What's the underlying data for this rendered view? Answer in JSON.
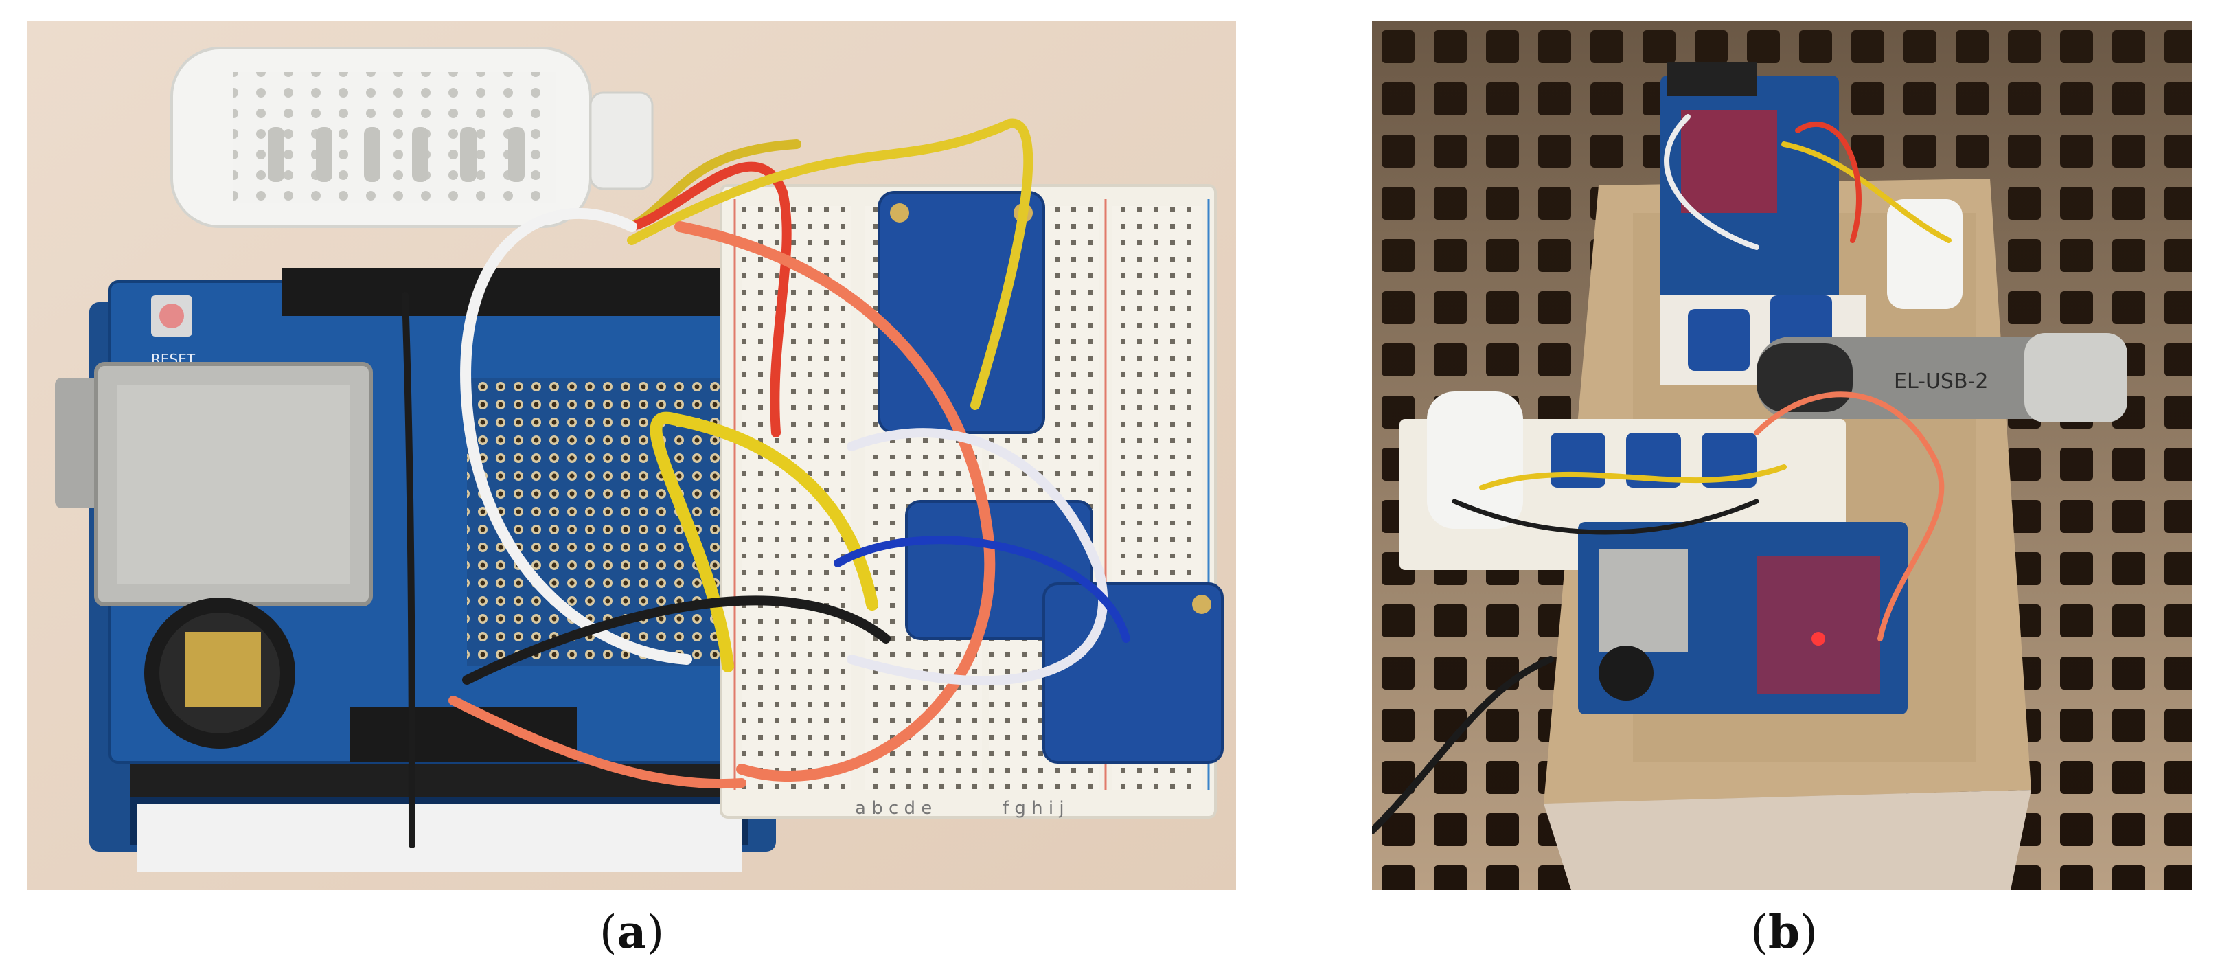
{
  "figure": {
    "panels": [
      {
        "id": "a",
        "caption_open": "(",
        "caption_letter": "a",
        "caption_close": ")",
        "silkscreen_reset": "RESET",
        "breadboard_cols_left": "a b c d e",
        "breadboard_cols_right": "f g h i j"
      },
      {
        "id": "b",
        "caption_open": "(",
        "caption_letter": "b",
        "caption_close": ")",
        "logger_label": "EL-USB-2"
      }
    ]
  }
}
